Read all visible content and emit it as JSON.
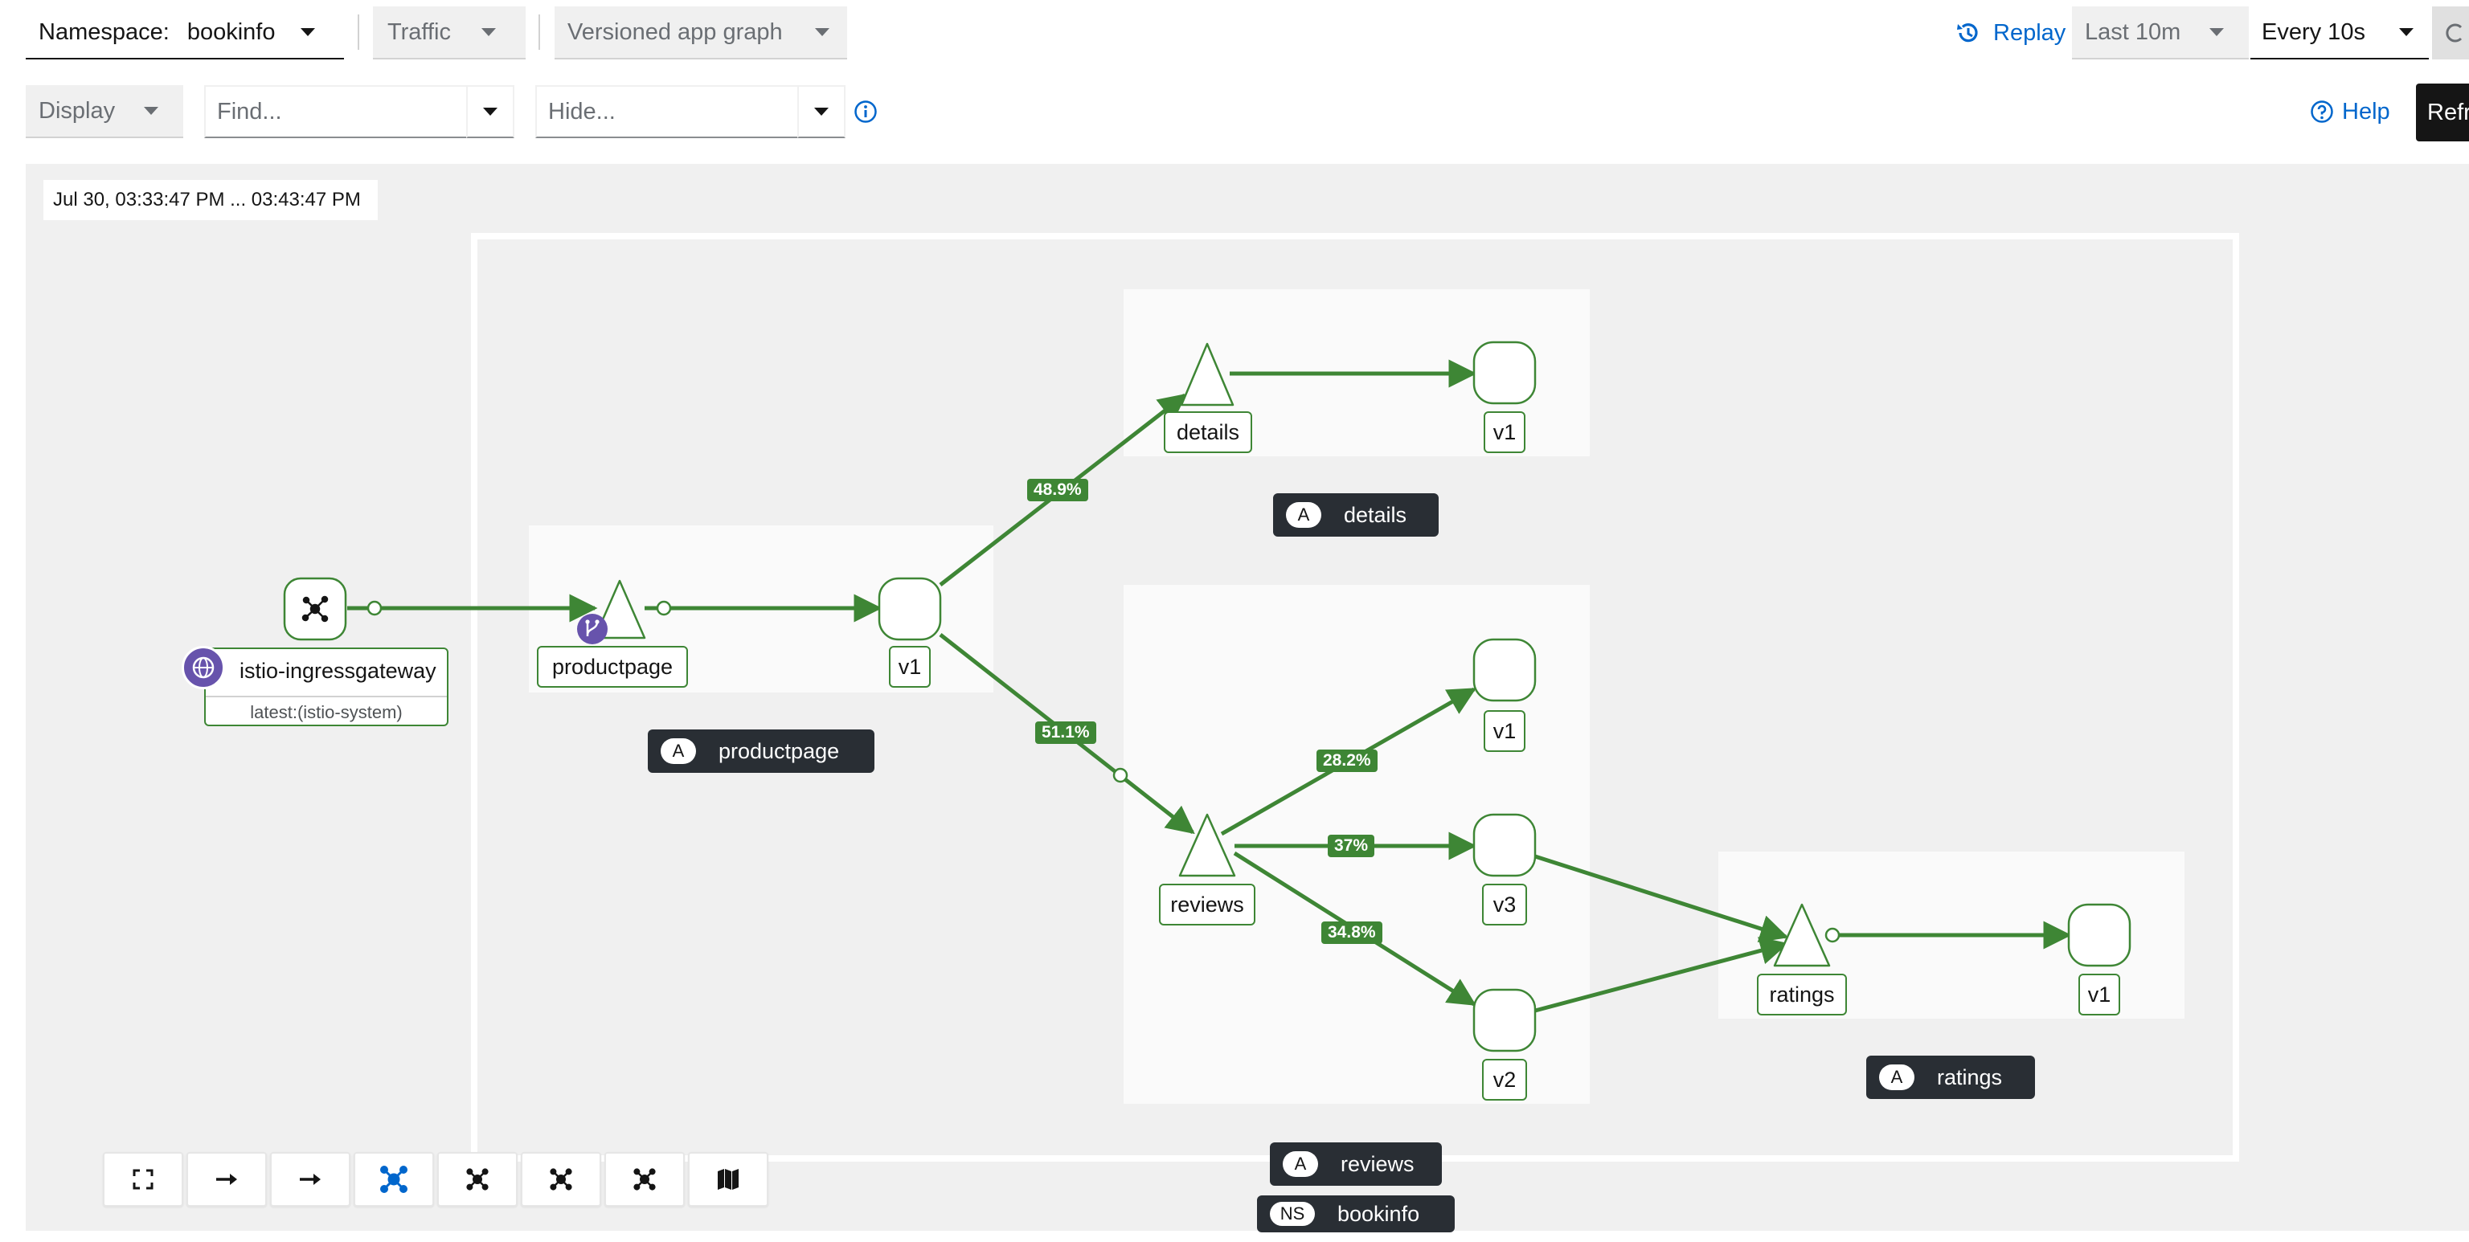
{
  "toolbar": {
    "namespace_label": "Namespace:",
    "namespace_value": "bookinfo",
    "traffic": "Traffic",
    "graph_type": "Versioned app graph",
    "replay": "Replay",
    "duration": "Last 10m",
    "refresh_interval": "Every 10s",
    "refresh_tooltip": "Refr"
  },
  "toolbar2": {
    "display": "Display",
    "find_placeholder": "Find...",
    "hide_placeholder": "Hide...",
    "help": "Help"
  },
  "graph": {
    "timestamp": "Jul 30, 03:33:47 PM ... 03:43:47 PM",
    "gateway": {
      "name": "istio-ingressgateway",
      "sublabel": "latest:(istio-system)"
    },
    "nodes": {
      "productpage": "productpage",
      "productpage_v1": "v1",
      "details": "details",
      "details_v1": "v1",
      "reviews": "reviews",
      "reviews_v1": "v1",
      "reviews_v3": "v3",
      "reviews_v2": "v2",
      "ratings": "ratings",
      "ratings_v1": "v1"
    },
    "edges": {
      "to_details": "48.9%",
      "to_reviews": "51.1%",
      "to_v1": "28.2%",
      "to_v3": "37%",
      "to_v2": "34.8%"
    },
    "app_boxes": [
      {
        "tag": "A",
        "name": "details"
      },
      {
        "tag": "A",
        "name": "productpage"
      },
      {
        "tag": "A",
        "name": "ratings"
      },
      {
        "tag": "A",
        "name": "reviews"
      },
      {
        "tag": "NS",
        "name": "bookinfo"
      }
    ]
  },
  "bottom_toolbar": [
    "fullscreen-icon",
    "layout-arrow-icon",
    "layout-arrow-icon",
    "topology-icon",
    "topology-icon",
    "topology-icon",
    "topology-icon",
    "map-icon"
  ],
  "colors": {
    "edge": "#3e8635",
    "link": "#0066cc",
    "badge_bg": "#292e34",
    "gateway_badge": "#6753ac"
  }
}
